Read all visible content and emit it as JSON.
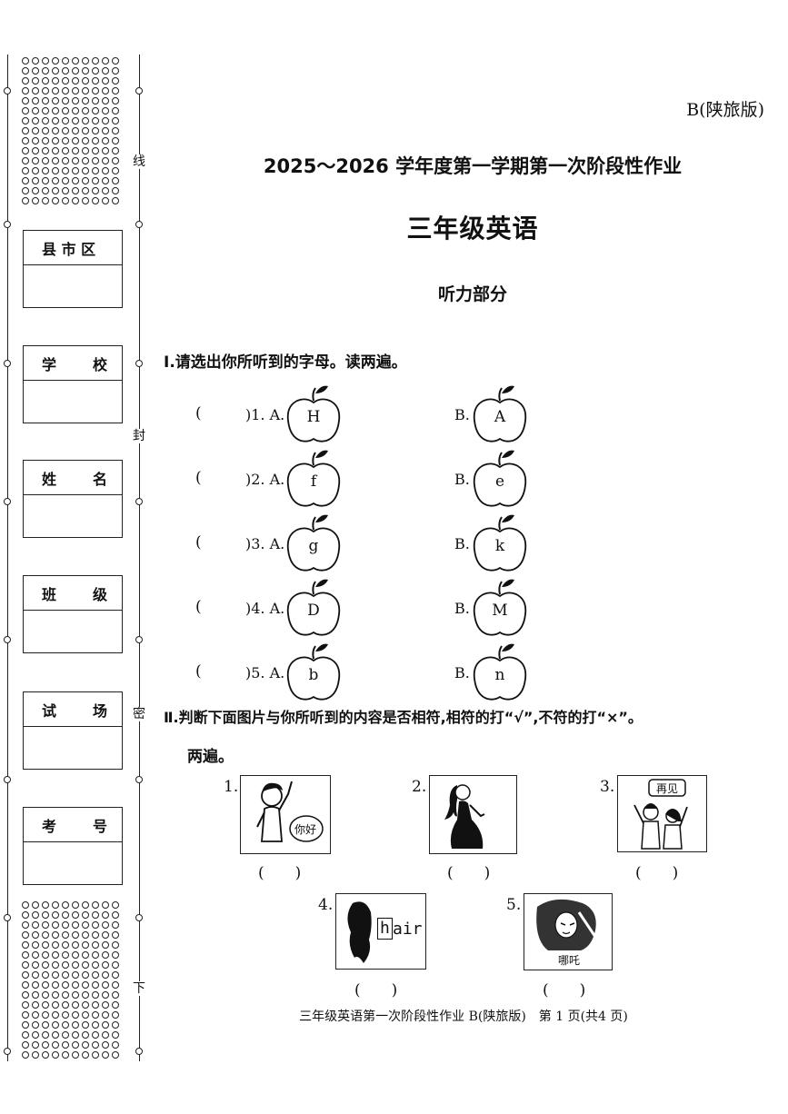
{
  "header": {
    "edition": "B(陕旅版)",
    "title": "2025～2026 学年度第一学期第一次阶段性作业",
    "subject": "三年级英语",
    "part": "听力部分"
  },
  "binding": {
    "side_chars": [
      "线",
      "封",
      "密",
      "下"
    ],
    "fields": [
      {
        "label_a": "县 市 区",
        "label_b": ""
      },
      {
        "label_a": "学",
        "label_b": "校"
      },
      {
        "label_a": "姓",
        "label_b": "名"
      },
      {
        "label_a": "班",
        "label_b": "级"
      },
      {
        "label_a": "试",
        "label_b": "场"
      },
      {
        "label_a": "考",
        "label_b": "号"
      }
    ]
  },
  "section1": {
    "instruction": "Ⅰ.请选出你所听到的字母。读两遍。",
    "paren_open": "(",
    "questions": [
      {
        "num": ")1. A.",
        "a": "H",
        "b_label": "B.",
        "b": "A"
      },
      {
        "num": ")2. A.",
        "a": "f",
        "b_label": "B.",
        "b": "e"
      },
      {
        "num": ")3. A.",
        "a": "g",
        "b_label": "B.",
        "b": "k"
      },
      {
        "num": ")4. A.",
        "a": "D",
        "b_label": "B.",
        "b": "M"
      },
      {
        "num": ")5. A.",
        "a": "b",
        "b_label": "B.",
        "b": "n"
      }
    ]
  },
  "section2": {
    "instruction": "Ⅱ.判断下面图片与你所听到的内容是否相符,相符的打“√”,不符的打“×”。",
    "instruction_cont": "两遍。",
    "pictures": [
      {
        "num": "1.",
        "bubble": "你好",
        "answer": "(　　)"
      },
      {
        "num": "2.",
        "answer": "(　　)"
      },
      {
        "num": "3.",
        "bubble": "再见",
        "answer": "(　　)"
      },
      {
        "num": "4.",
        "word_first": "h",
        "word_rest": "air",
        "answer": "(　　)"
      },
      {
        "num": "5.",
        "caption": "哪吒",
        "answer": "(　　)"
      }
    ]
  },
  "footer": {
    "text": "三年级英语第一次阶段性作业 B(陕旅版)　第 1 页(共4 页)"
  }
}
